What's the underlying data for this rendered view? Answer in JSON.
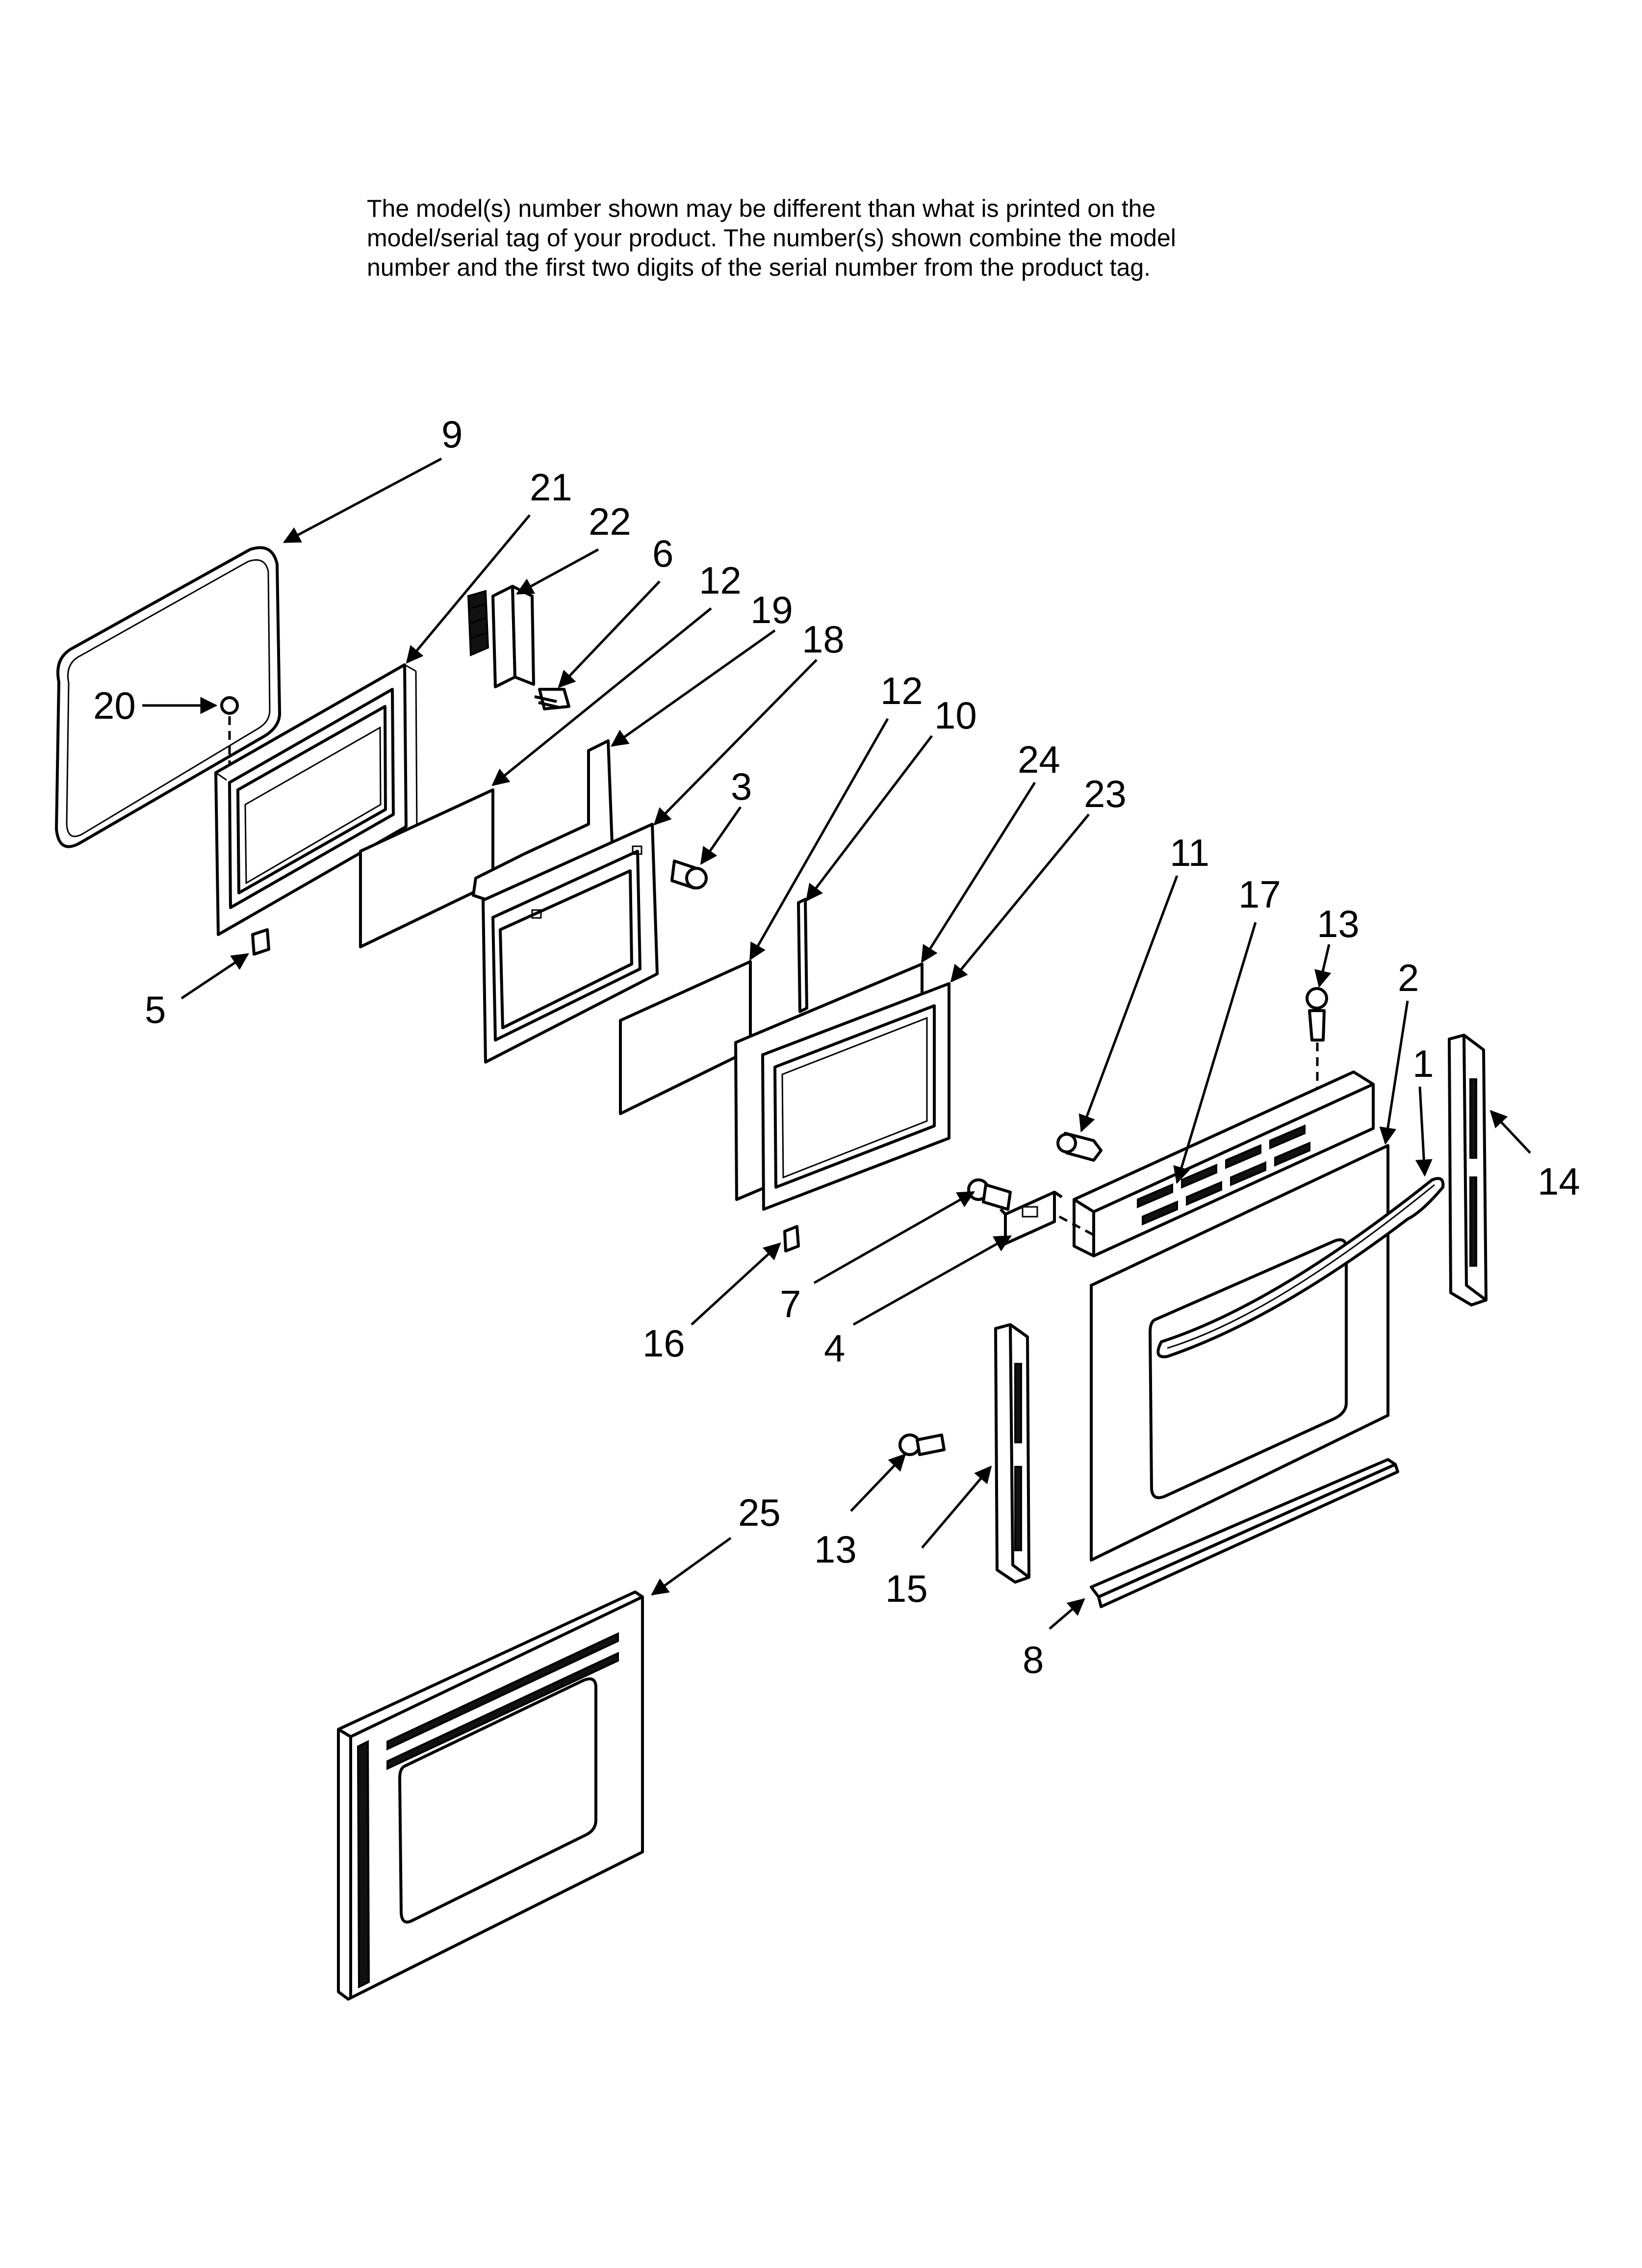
{
  "note": {
    "lines": [
      "The model(s) number shown may be different than what is printed on the",
      "model/serial tag of your product. The number(s) shown combine the model",
      "number and the first two digits of the serial number from the product tag."
    ]
  },
  "callouts": [
    {
      "id": "c9",
      "label": "9"
    },
    {
      "id": "c21",
      "label": "21"
    },
    {
      "id": "c22",
      "label": "22"
    },
    {
      "id": "c6",
      "label": "6"
    },
    {
      "id": "c12a",
      "label": "12"
    },
    {
      "id": "c19",
      "label": "19"
    },
    {
      "id": "c18",
      "label": "18"
    },
    {
      "id": "c12b",
      "label": "12"
    },
    {
      "id": "c10",
      "label": "10"
    },
    {
      "id": "c24",
      "label": "24"
    },
    {
      "id": "c23",
      "label": "23"
    },
    {
      "id": "c3",
      "label": "3"
    },
    {
      "id": "c20",
      "label": "20"
    },
    {
      "id": "c5",
      "label": "5"
    },
    {
      "id": "c11",
      "label": "11"
    },
    {
      "id": "c17",
      "label": "17"
    },
    {
      "id": "c13a",
      "label": "13"
    },
    {
      "id": "c2",
      "label": "2"
    },
    {
      "id": "c1",
      "label": "1"
    },
    {
      "id": "c14",
      "label": "14"
    },
    {
      "id": "c7",
      "label": "7"
    },
    {
      "id": "c4",
      "label": "4"
    },
    {
      "id": "c16",
      "label": "16"
    },
    {
      "id": "c13b",
      "label": "13"
    },
    {
      "id": "c15",
      "label": "15"
    },
    {
      "id": "c25",
      "label": "25"
    },
    {
      "id": "c8",
      "label": "8"
    }
  ]
}
